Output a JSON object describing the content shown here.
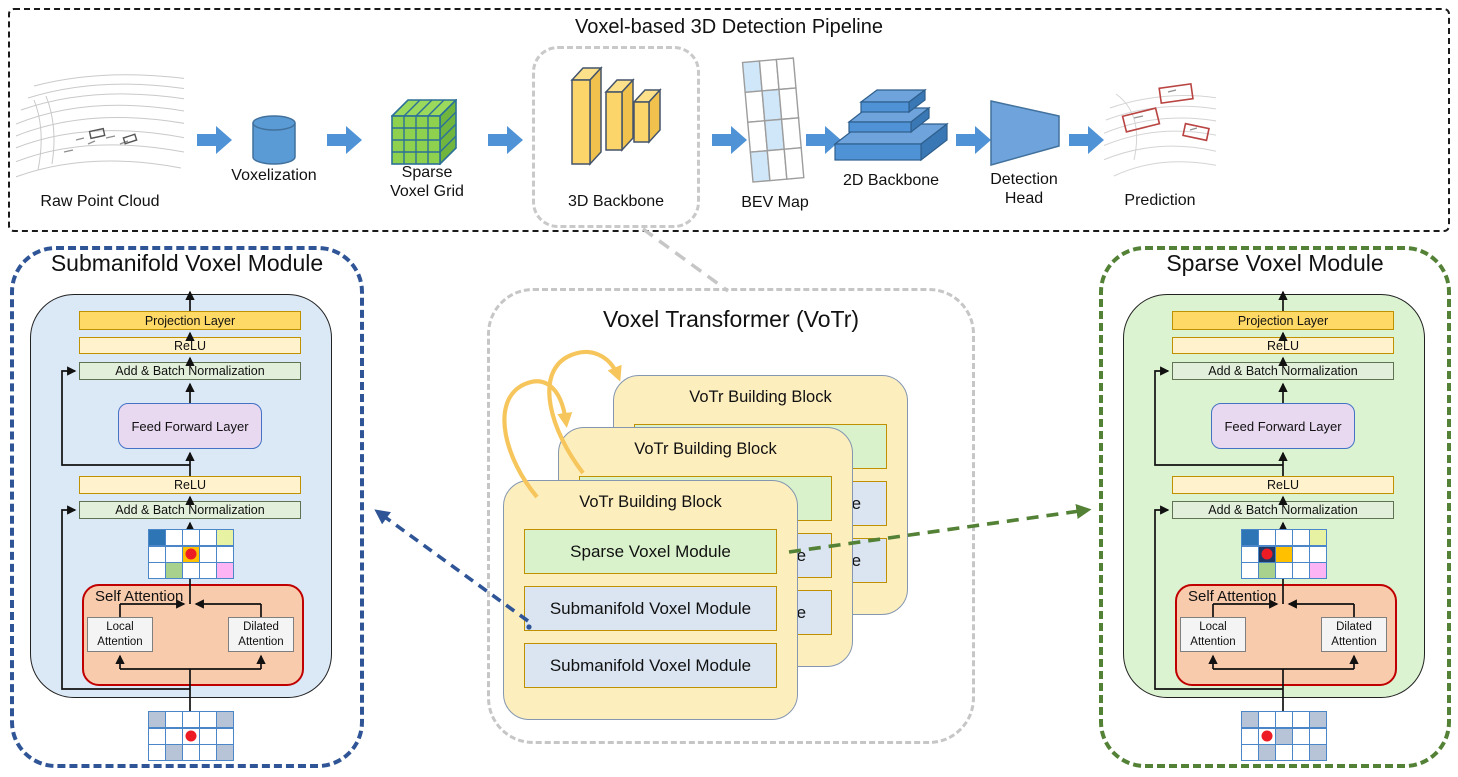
{
  "pipeline": {
    "title": "Voxel-based 3D Detection Pipeline",
    "stages": {
      "raw_point_cloud": "Raw Point Cloud",
      "voxelization": "Voxelization",
      "sparse_voxel_grid_line1": "Sparse",
      "sparse_voxel_grid_line2": "Voxel Grid",
      "backbone_3d": "3D Backbone",
      "bev_map": "BEV Map",
      "backbone_2d": "2D Backbone",
      "detection_head_line1": "Detection",
      "detection_head_line2": "Head",
      "prediction": "Prediction"
    }
  },
  "votr": {
    "title": "Voxel Transformer (VoTr)",
    "block_title": "VoTr Building Block",
    "rows": [
      "Sparse Voxel Module",
      "Submanifold Voxel Module",
      "Submanifold Voxel Module"
    ]
  },
  "submanifold_module": {
    "title": "Submanifold Voxel Module",
    "layers": {
      "projection": "Projection Layer",
      "relu_top": "ReLU",
      "add_bn_top": "Add & Batch Normalization",
      "feed_forward": "Feed Forward Layer",
      "relu_bottom": "ReLU",
      "add_bn_bottom": "Add & Batch Normalization",
      "self_attention": "Self Attention",
      "local_line1": "Local",
      "local_line2": "Attention",
      "dilated_line1": "Dilated",
      "dilated_line2": "Attention"
    },
    "feature_grid": [
      [
        "blue",
        "white",
        "white",
        "white",
        "yellowgreen"
      ],
      [
        "white",
        "white",
        "orange:dot",
        "white",
        "white"
      ],
      [
        "white",
        "green",
        "white",
        "white",
        "pink"
      ]
    ],
    "voxel_grid": [
      [
        "gray",
        "white",
        "white",
        "white",
        "gray"
      ],
      [
        "white",
        "white",
        "white:dot",
        "white",
        "white"
      ],
      [
        "white",
        "gray",
        "white",
        "white",
        "gray"
      ]
    ]
  },
  "sparse_module": {
    "title": "Sparse Voxel Module",
    "layers": {
      "projection": "Projection Layer",
      "relu_top": "ReLU",
      "add_bn_top": "Add & Batch Normalization",
      "feed_forward": "Feed Forward Layer",
      "relu_bottom": "ReLU",
      "add_bn_bottom": "Add & Batch Normalization",
      "self_attention": "Self Attention",
      "local_line1": "Local",
      "local_line2": "Attention",
      "dilated_line1": "Dilated",
      "dilated_line2": "Attention"
    },
    "feature_grid": [
      [
        "blue",
        "white",
        "white",
        "white",
        "yellowgreen"
      ],
      [
        "white",
        "navy:dot",
        "orange",
        "white",
        "white"
      ],
      [
        "white",
        "green",
        "white",
        "white",
        "pink"
      ]
    ],
    "voxel_grid": [
      [
        "gray",
        "white",
        "white",
        "white",
        "gray"
      ],
      [
        "white",
        "white:dot",
        "gray",
        "white",
        "white"
      ],
      [
        "white",
        "gray",
        "white",
        "white",
        "gray"
      ]
    ]
  },
  "colors": {
    "cells": {
      "white": "#ffffff",
      "gray": "#b7c4d8",
      "blue": "#2e75b6",
      "navy": "#1f3864",
      "orange": "#ffc000",
      "green": "#a9d18e",
      "yellowgreen": "#e7f3a2",
      "pink": "#fcb4f5"
    },
    "pipeline_arrow_blue": "#4f93d6",
    "submanifold_border_blue": "#2f5597",
    "sparse_border_green": "#538135",
    "votr_border_gray": "#c6c6c6",
    "card_fill_yellow": "#fdeebe",
    "self_attention_fill": "#f8cbad",
    "self_attention_border": "#c00000",
    "active_voxel_red": "#ed1c24",
    "loop_arrow_yellow": "#f6c65c"
  }
}
